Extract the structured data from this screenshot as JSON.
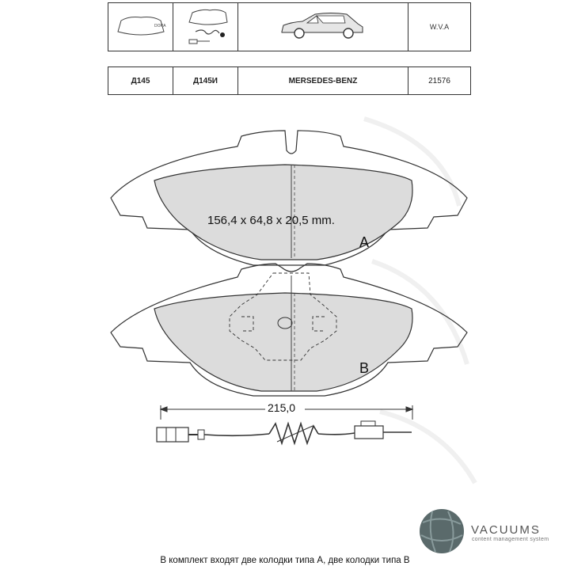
{
  "header": {
    "row1": {
      "brand_code": "W.V.A"
    },
    "row2": {
      "code1": "Д145",
      "code2": "Д145И",
      "make": "MERSEDES-BENZ",
      "number": "21576"
    }
  },
  "drawing": {
    "dimensions": "156,4 x 64,8 x 20,5 mm.",
    "pad_a_label": "A",
    "pad_b_label": "B",
    "sensor_length": "215,0"
  },
  "logo": {
    "name": "VACUUMS",
    "tagline": "content management system"
  },
  "footer": {
    "note": "В комплект входят две колодки типа А, две колодки типа В"
  }
}
